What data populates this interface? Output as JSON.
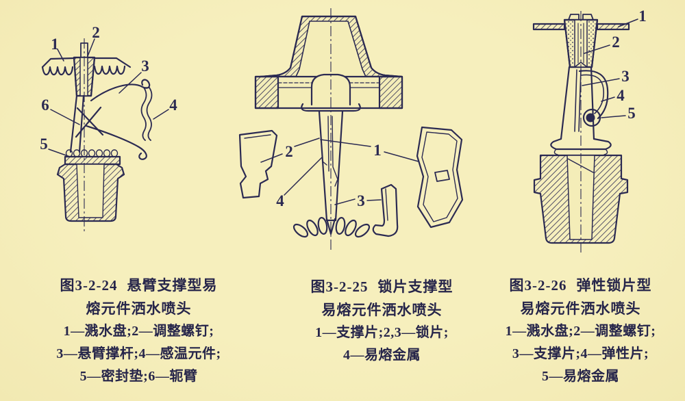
{
  "page": {
    "background_color": "#f5eebb",
    "ink_color": "#2b2a52"
  },
  "figures": [
    {
      "fig_no": "图3-2-24",
      "title_line1": "悬臂支撑型易",
      "title_line2": "熔元件洒水喷头",
      "legend": [
        "1—溅水盘;2—调整螺钉;",
        "3—悬臂撑杆;4—感温元件;",
        "5—密封垫;6—轭臂"
      ],
      "part_labels": [
        "1",
        "2",
        "3",
        "4",
        "5",
        "6"
      ]
    },
    {
      "fig_no": "图3-2-25",
      "title_line1": "锁片支撑型",
      "title_line2": "易熔元件洒水喷头",
      "legend": [
        "1—支撑片;2,3—锁片;",
        "4—易熔金属"
      ],
      "part_labels": [
        "1",
        "2",
        "3",
        "4"
      ]
    },
    {
      "fig_no": "图3-2-26",
      "title_line1": "弹性锁片型",
      "title_line2": "易熔元件洒水喷头",
      "legend": [
        "1—溅水盘;2—调整螺钉;",
        "3—支撑片;4—弹性片;",
        "5—易熔金属"
      ],
      "part_labels": [
        "1",
        "2",
        "3",
        "4",
        "5"
      ]
    }
  ]
}
